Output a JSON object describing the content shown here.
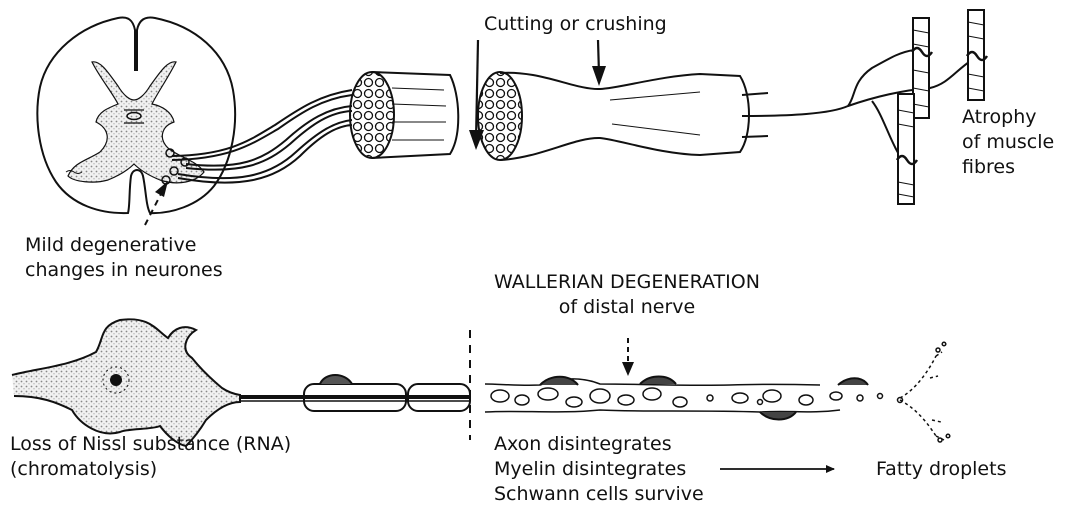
{
  "labels": {
    "injury": "Cutting or crushing",
    "atrophy_1": "Atrophy",
    "atrophy_2": "of muscle",
    "atrophy_3": "fibres",
    "neurone_change_1": "Mild degenerative",
    "neurone_change_2": "changes in neurones",
    "wallerian_1": "WALLERIAN DEGENERATION",
    "wallerian_2": "of distal nerve",
    "nissl_1": "Loss of Nissl substance (RNA)",
    "nissl_2": "(chromatolysis)",
    "axon": "Axon disintegrates",
    "myelin": "Myelin disintegrates",
    "schwann": "Schwann cells survive",
    "fatty": "Fatty droplets"
  },
  "colors": {
    "ink": "#111111",
    "stipple": "#d9d9d9"
  }
}
